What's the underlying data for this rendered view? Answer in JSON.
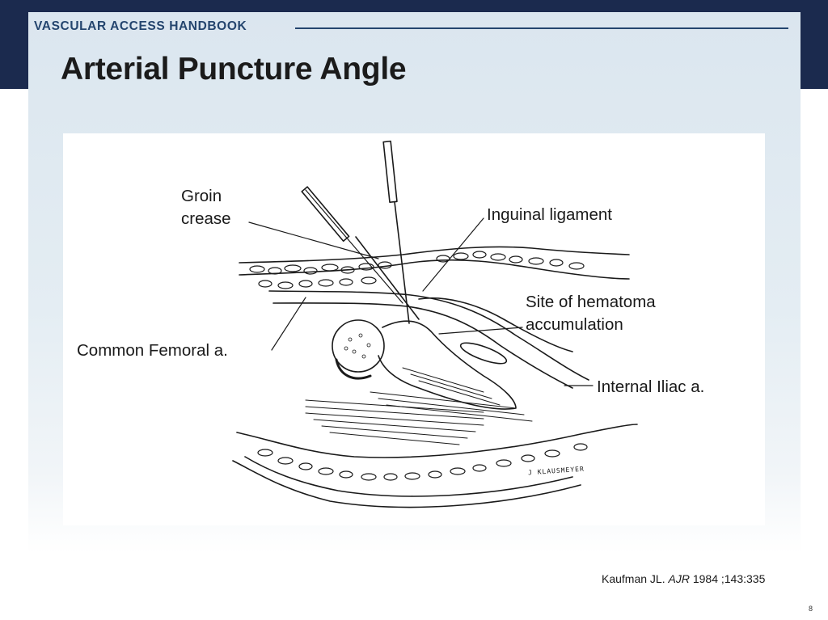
{
  "header": {
    "label": "VASCULAR ACCESS HANDBOOK",
    "title": "Arterial Puncture Angle"
  },
  "figure": {
    "labels": {
      "groin_line1": "Groin",
      "groin_line2": "crease",
      "inguinal_ligament": "Inguinal ligament",
      "hematoma_line1": "Site of hematoma",
      "hematoma_line2": "accumulation",
      "common_femoral": "Common Femoral a.",
      "internal_iliac": "Internal Iliac a."
    },
    "signature": "J KLAUSMEYER",
    "style": {
      "ink": "#1a1a1a",
      "background": "#ffffff"
    }
  },
  "citation": {
    "author": "Kaufman JL. ",
    "journal": "AJR",
    "details": " 1984 ;143:335"
  },
  "page_number": "8",
  "colors": {
    "top_band": "#1b2a4e",
    "header_text": "#24456e",
    "panel": "#dbe6ef"
  }
}
